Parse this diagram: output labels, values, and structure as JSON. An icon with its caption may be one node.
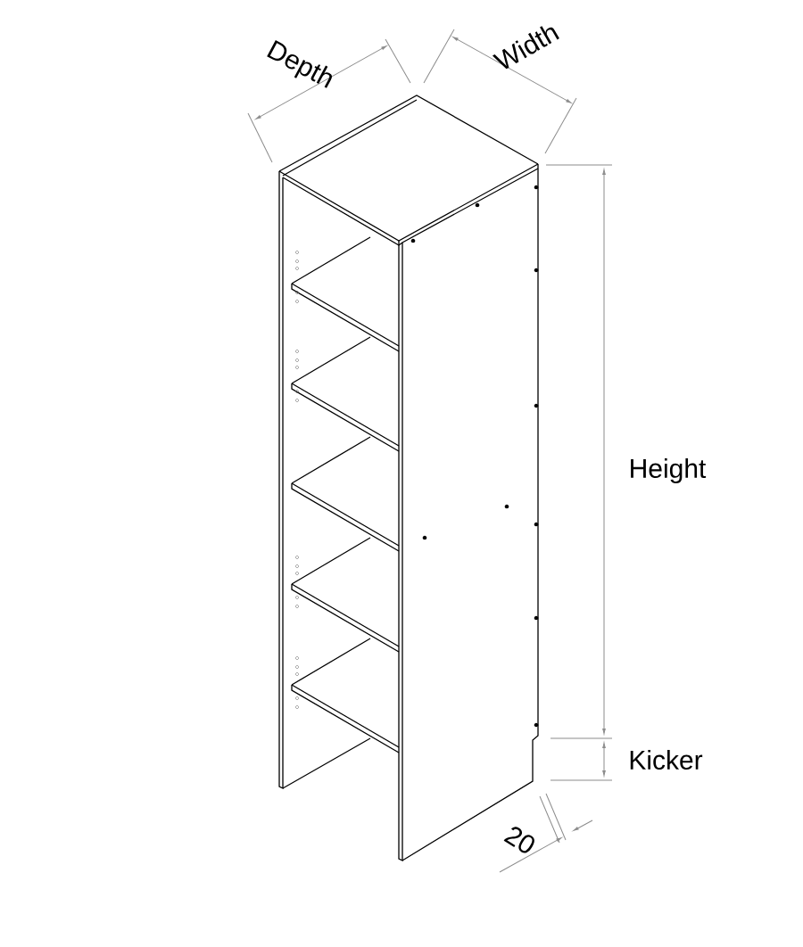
{
  "diagram": {
    "labels": [
      "Depth",
      "Width",
      "Height",
      "Kicker",
      "20"
    ]
  }
}
